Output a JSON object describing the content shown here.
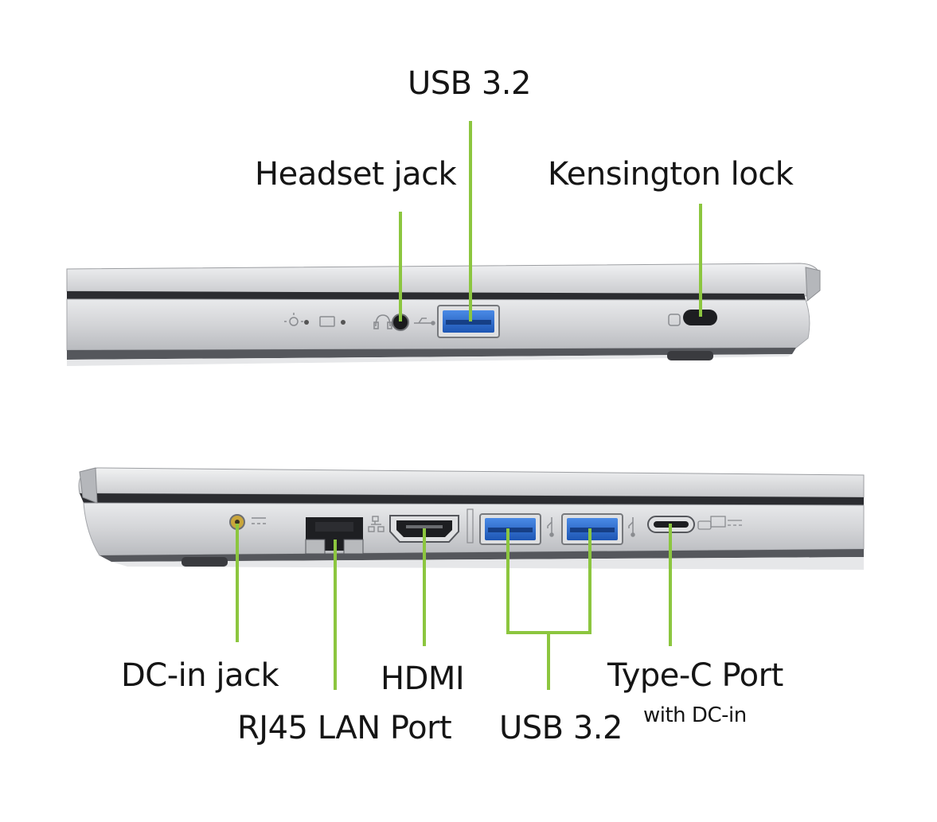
{
  "labels": {
    "usb_top": "USB 3.2",
    "headset_jack": "Headset jack",
    "kensington_lock": "Kensington lock",
    "dc_in_jack": "DC-in jack",
    "rj45_lan_port": "RJ45 LAN Port",
    "hdmi": "HDMI",
    "usb_bottom": "USB 3.2",
    "type_c_port": "Type-C Port",
    "type_c_sub": "with DC-in"
  },
  "colors": {
    "leader_line": "#8cc63f",
    "chassis_light": "#dcdde0",
    "chassis_mid": "#bfc1c5",
    "chassis_dark": "#2b2c30",
    "usb_blue": "#2f6fd0",
    "text": "#151515"
  }
}
